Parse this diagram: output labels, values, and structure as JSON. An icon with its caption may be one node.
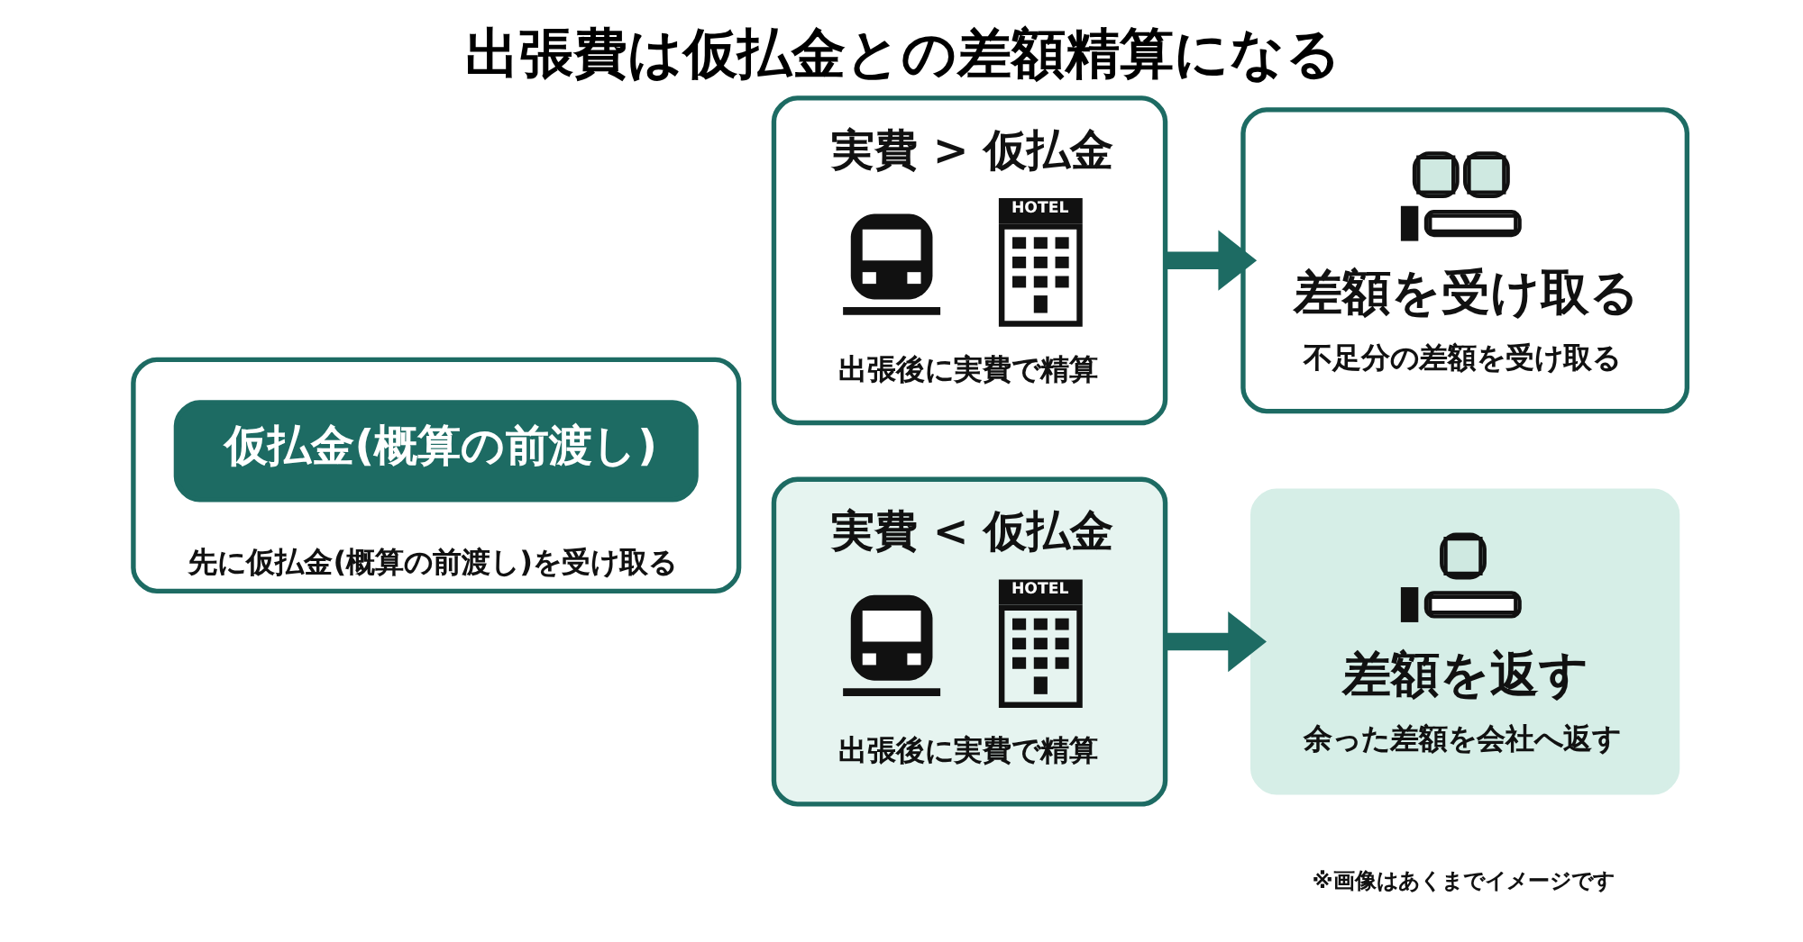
{
  "diagram": {
    "title": "出張費は仮払金との差額精算になる",
    "nodes": [
      {
        "text": [
          "先に仮払金(概算の前渡し)を受け取る"
        ]
      },
      {
        "text": [
          "仮払金(概算の前渡し)"
        ],
        "in": 0
      },
      {
        "text": [
          "実費 > 仮払金",
          "HOTEL",
          "出張後に実費で精算"
        ]
      },
      {
        "text": [
          "差額を受け取る",
          "不足分の差額を受け取る"
        ]
      },
      {
        "text": [
          "実費 < 仮払金",
          "HOTEL",
          "出張後に実費で精算"
        ]
      },
      {
        "text": [
          "差額を返す",
          "余った差額を会社へ返す"
        ]
      }
    ],
    "edges": [
      {
        "from": 2,
        "to": 3,
        "arrow": "to"
      },
      {
        "from": 4,
        "to": 5,
        "arrow": "to"
      }
    ],
    "labels": [
      "※画像はあくまでイメージです"
    ]
  }
}
